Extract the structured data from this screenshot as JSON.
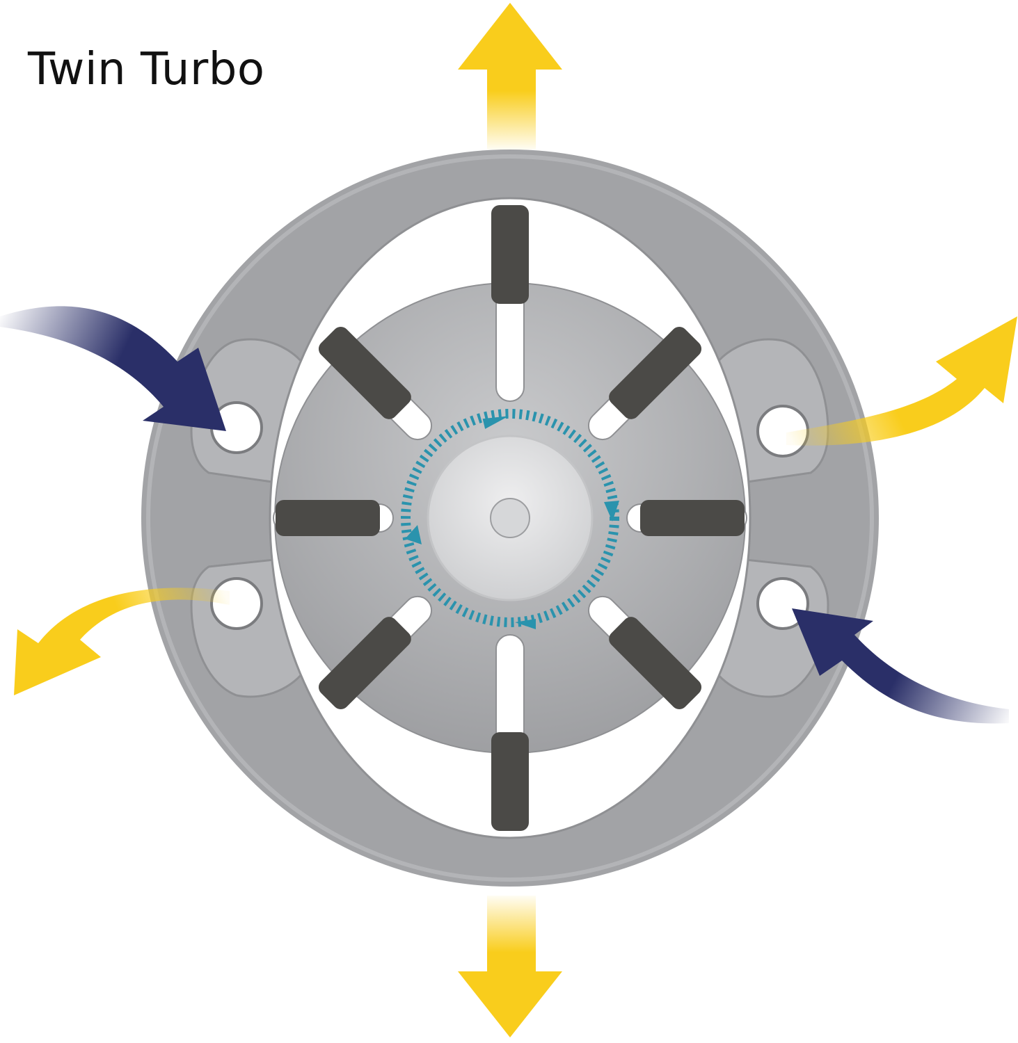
{
  "title": "Twin Turbo",
  "colors": {
    "background": "#ffffff",
    "outer_ring": "#a2a3a6",
    "disc": "#a7a8ab",
    "vane": "#4b4a47",
    "slot": "#ffffff",
    "rotation_indicator": "#2a93ad",
    "exhaust_arrow": "#f9cd1c",
    "intake_arrow": "#2a2f68"
  },
  "components": {
    "housing_ring": "outer-ring",
    "rotor": "inner-disc",
    "hub": "center-hub",
    "vane_count": 8,
    "port_count": 4
  },
  "rotation_direction": "clockwise",
  "flows": {
    "intake_arrows": 2,
    "exhaust_arrows": 4
  }
}
